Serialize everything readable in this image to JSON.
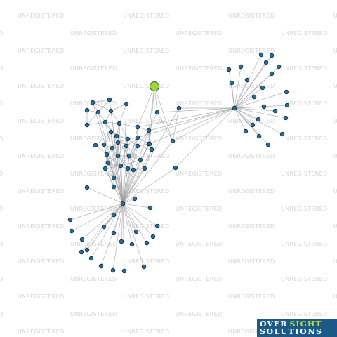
{
  "watermark": {
    "text": "UNREGISTERED"
  },
  "logo": {
    "word1": "OVER",
    "word2": "SIGHT",
    "word3": "SOLUTIONS"
  },
  "colors": {
    "node_fill": "#1f6fa3",
    "node_stroke": "#0b2435",
    "focus_node_fill": "#9fd63c",
    "edge": "#9a9a9a",
    "watermark": "#d6d6d6",
    "logo_bg": "#1b5a86",
    "logo_accent": "#b7dd3c"
  },
  "graph": {
    "description_role": "network of connected entities around a highlighted focus node",
    "focus_node_count": 1,
    "node_count": 92,
    "clusters": 3
  }
}
